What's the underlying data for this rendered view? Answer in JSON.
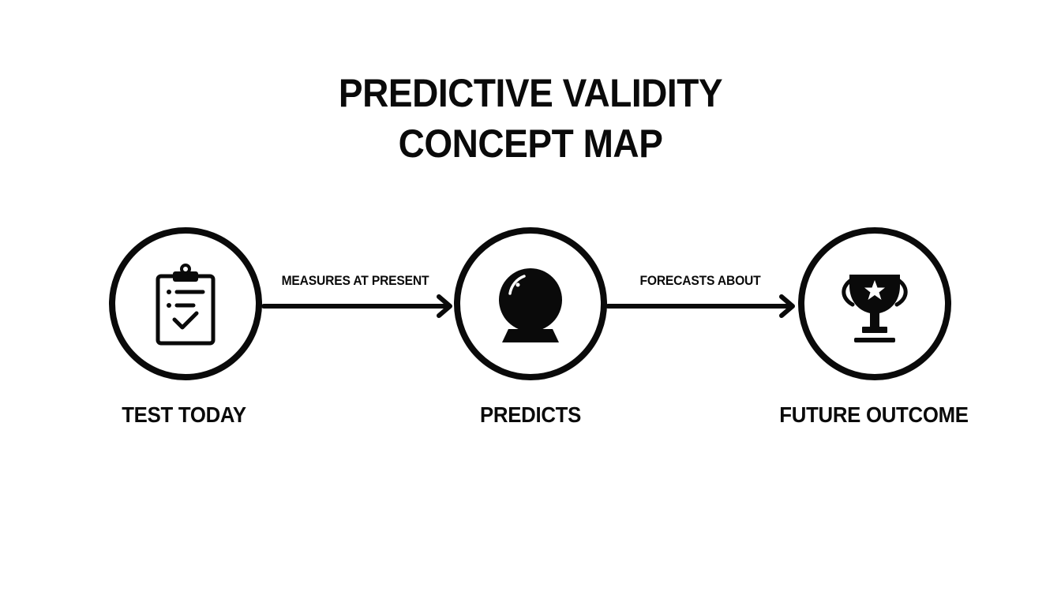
{
  "title": {
    "line1": "PREDICTIVE VALIDITY",
    "line2": "CONCEPT MAP"
  },
  "nodes": [
    {
      "label": "TEST TODAY",
      "icon": "clipboard-check-icon"
    },
    {
      "label": "PREDICTS",
      "icon": "crystal-ball-icon"
    },
    {
      "label": "FUTURE OUTCOME",
      "icon": "trophy-icon"
    }
  ],
  "edges": [
    {
      "label": "MEASURES AT PRESENT"
    },
    {
      "label": "FORECASTS ABOUT"
    }
  ],
  "colors": {
    "ink": "#0a0a0a",
    "background": "#ffffff"
  }
}
